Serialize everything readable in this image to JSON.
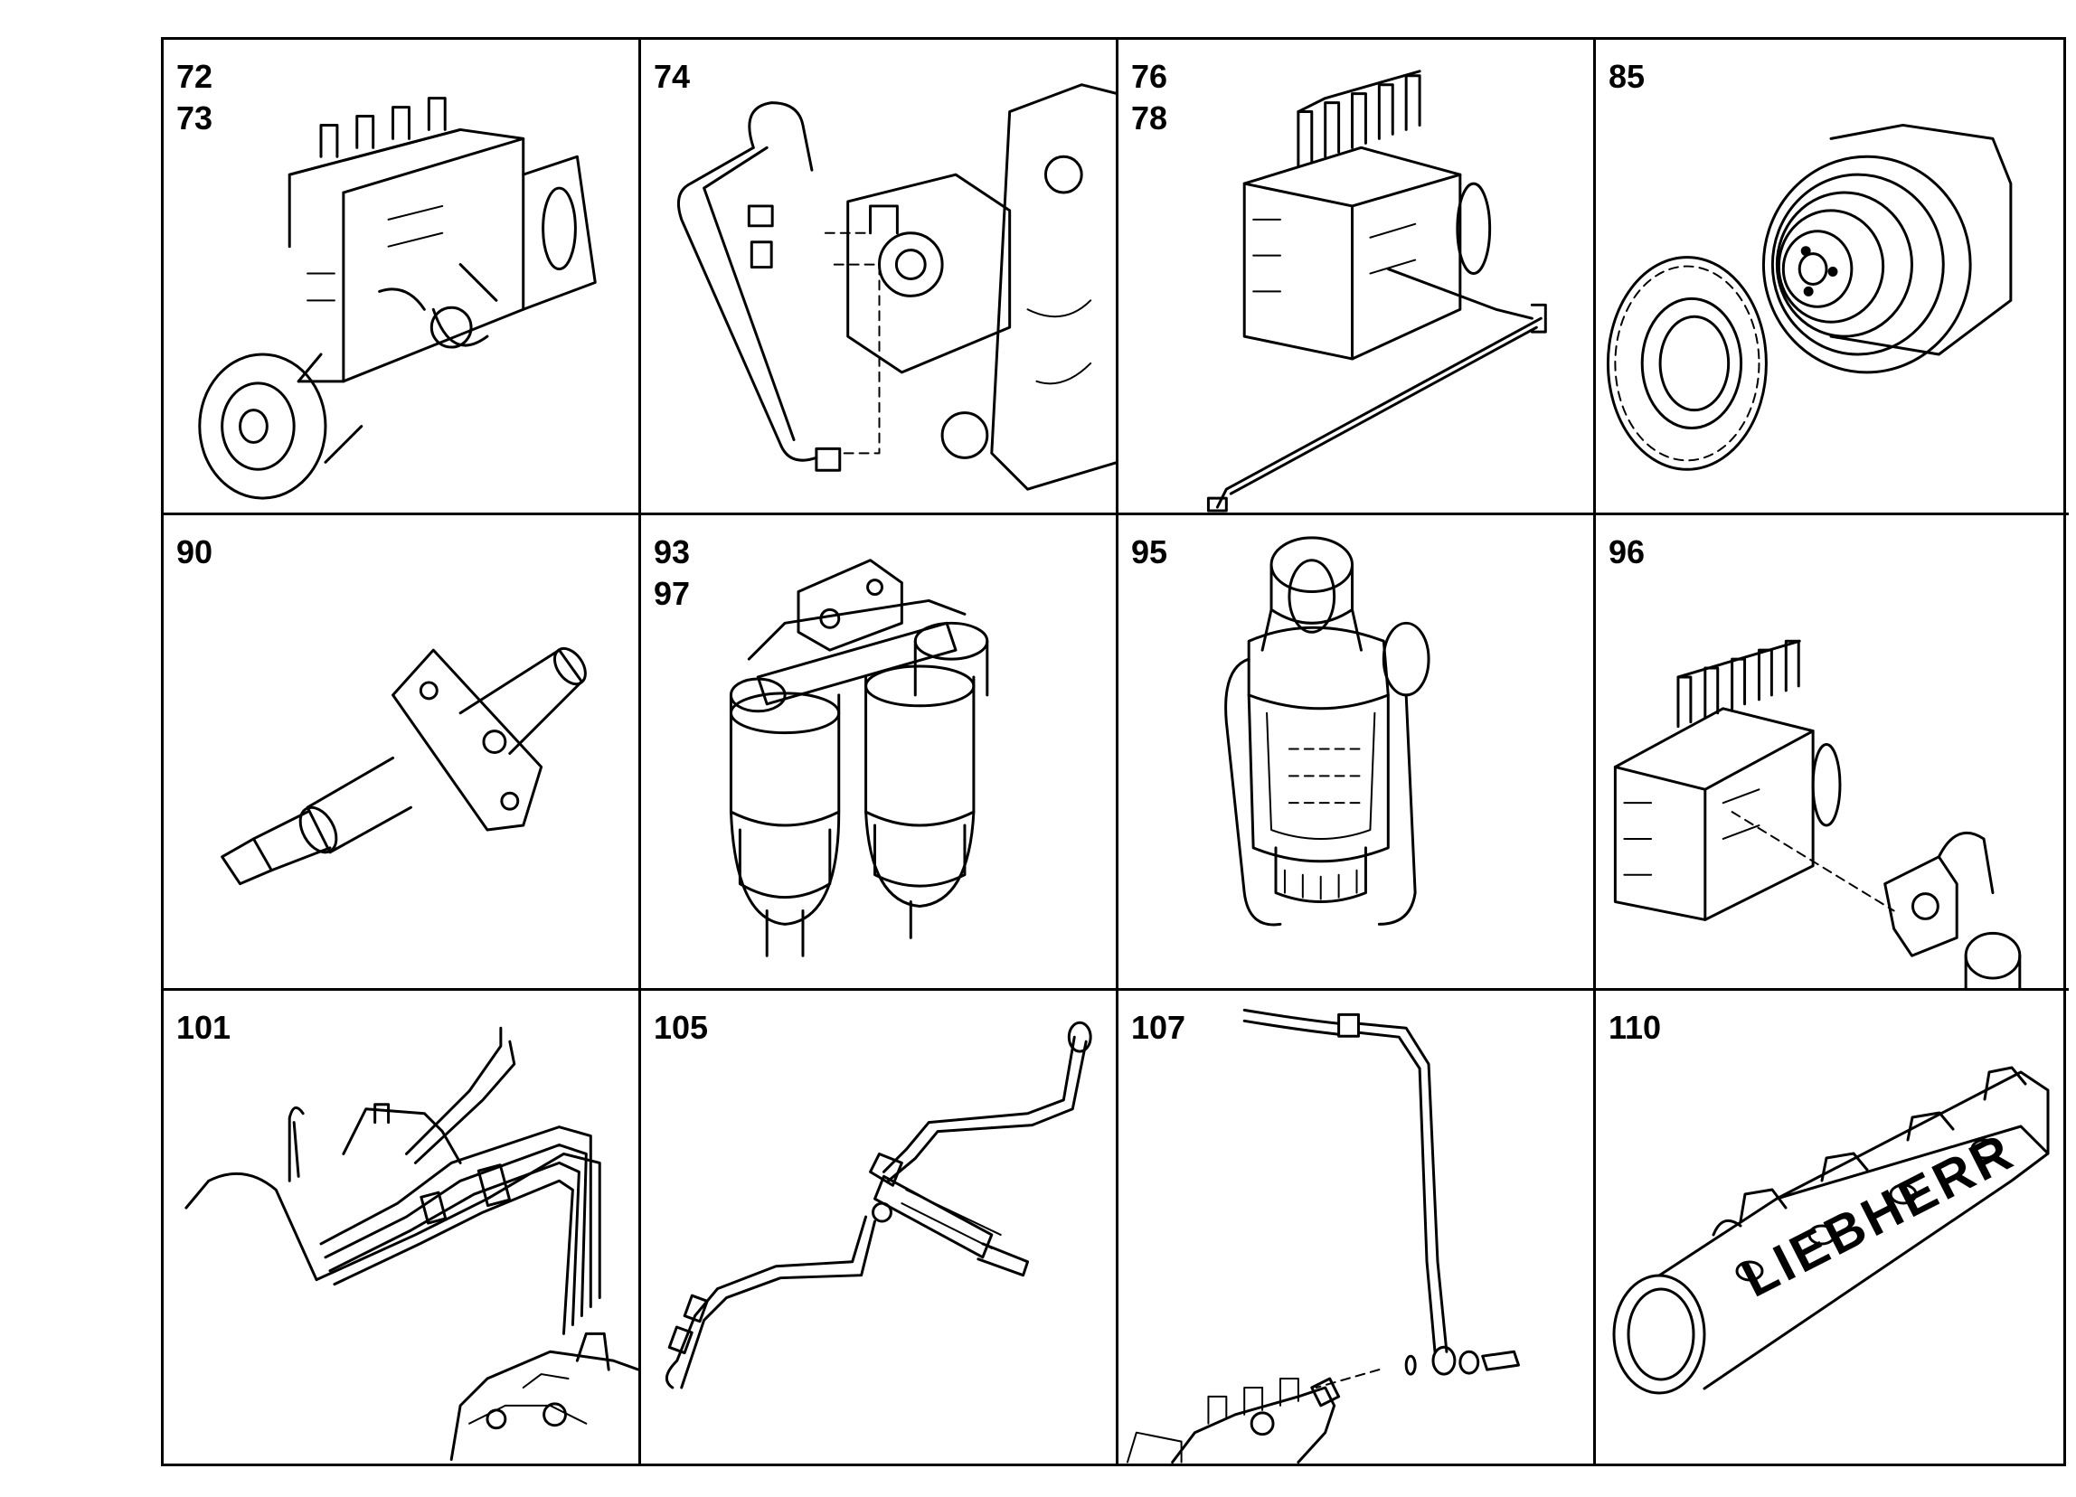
{
  "cells": [
    {
      "labels": [
        "72",
        "73"
      ],
      "part_icon": "injection-pump"
    },
    {
      "labels": [
        "74"
      ],
      "part_icon": "pump-return-line"
    },
    {
      "labels": [
        "76",
        "78"
      ],
      "part_icon": "pump-pipe"
    },
    {
      "labels": [
        "85"
      ],
      "part_icon": "pump-drive-gear"
    },
    {
      "labels": [
        "90"
      ],
      "part_icon": "injector-nozzle"
    },
    {
      "labels": [
        "93",
        "97"
      ],
      "part_icon": "double-fuel-filter"
    },
    {
      "labels": [
        "95"
      ],
      "part_icon": "fuel-prefilter"
    },
    {
      "labels": [
        "96"
      ],
      "part_icon": "pump-overflow-valve"
    },
    {
      "labels": [
        "101"
      ],
      "part_icon": "injection-lines"
    },
    {
      "labels": [
        "105"
      ],
      "part_icon": "leak-off-line"
    },
    {
      "labels": [
        "107"
      ],
      "part_icon": "banjo-line"
    },
    {
      "labels": [
        "110"
      ],
      "part_icon": "intake-manifold"
    }
  ],
  "manifold_lettering": "LIEBHERR"
}
